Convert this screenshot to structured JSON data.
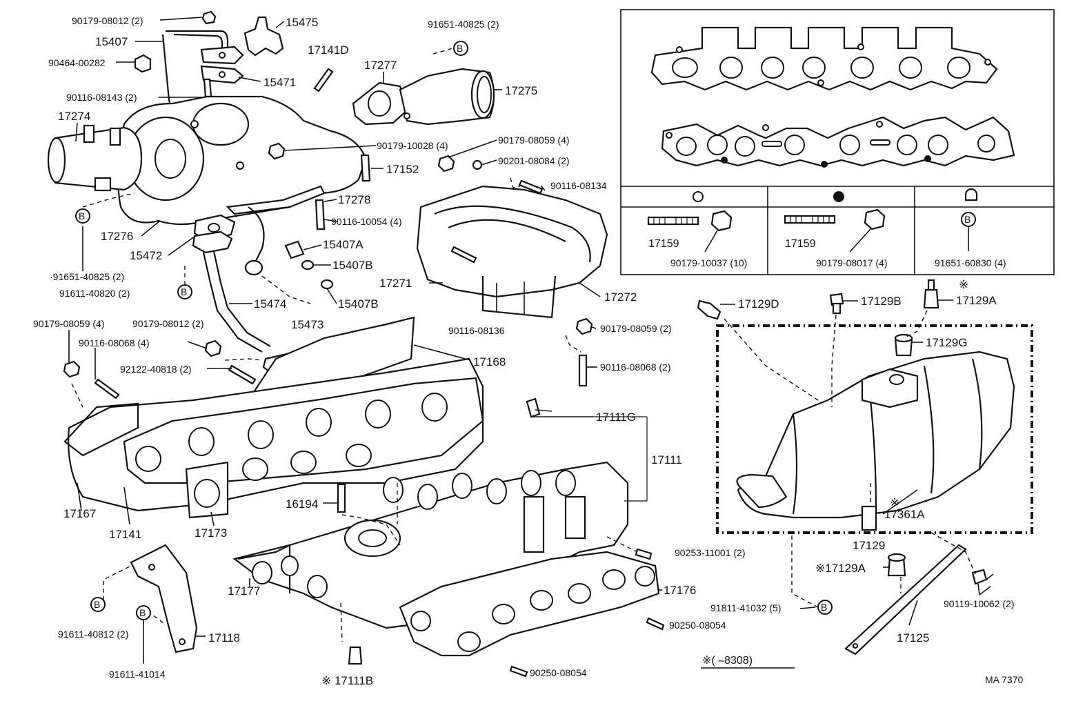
{
  "labels": {
    "p90179_08012_top": "90179-08012 (2)",
    "p15475": "15475",
    "p15407": "15407",
    "p91651_40825_top": "91651-40825 (2)",
    "p17141d": "17141D",
    "p90464_00282": "90464-00282",
    "p15471": "15471",
    "p17277": "17277",
    "p17275": "17275",
    "p90116_08143": "90116-08143 (2)",
    "p17274": "17274",
    "p90179_10028": "90179-10028 (4)",
    "p90179_08059_mid": "90179-08059 (4)",
    "p90201_08084": "90201-08084 (2)",
    "p17152": "17152",
    "p90116_08134": "90116-08134",
    "p17278": "17278",
    "p90116_10054": "90116-10054 (4)",
    "p17276": "17276",
    "p15407a": "15407A",
    "p15472": "15472",
    "p15407b_1": "15407B",
    "p91651_40825_left": "·91651-40825 (2)",
    "p91611_40820": "91611-40820 (2)",
    "p15407b_2": "15407B",
    "p17271": "17271",
    "p17272": "17272",
    "p15474": "15474",
    "p90179_08059_left": "90179-08059 (4)",
    "p90179_08012_left": "90179-08012 (2)",
    "p15473": "15473",
    "p90116_08068_left": "90116-08068 (4)",
    "p90116_08136": "90116-08136",
    "p90179_08059_right": "90179-08059 (2)",
    "p17168": "17168",
    "p92122_40818": "92122-40818 (2)",
    "p90116_08068_right": "90116-08068 (2)",
    "p17111g": "17111G",
    "p17111": "17111",
    "p17167": "17167",
    "p17141": "17141",
    "p17173": "17173",
    "p16194": "16194",
    "p90253_11001": "90253-11001 (2)",
    "p17176": "17176",
    "p17177": "17177",
    "p91611_40812": "91611-40812 (2)",
    "p17118": "17118",
    "p90250_08054_1": "90250-08054",
    "p91611_41014": "91611-41014",
    "p90250_08054_2": "90250-08054",
    "p17111b": "※ 17111B",
    "p17129d": "17129D",
    "p17129b": "17129B",
    "p17129a_top": "17129A",
    "p17129g": "17129G",
    "p17361a": "17361A",
    "p17129": "17129",
    "p17129a_low": "※17129A",
    "p91811_41032": "91811-41032 (5)",
    "p90119_10062": "90119-10062 (2)",
    "p17125": "17125",
    "footnote": "※(      –8308)",
    "ref_code": "MA 7370",
    "box_17159_1": "17159",
    "box_90179_10037": "90179-10037 (10)",
    "box_17159_2": "17159",
    "box_90179_08017": "90179-08017 (4)",
    "box_91651_60830": "91651-60830 (4)",
    "callout_b": "B",
    "asterisk": "※"
  }
}
